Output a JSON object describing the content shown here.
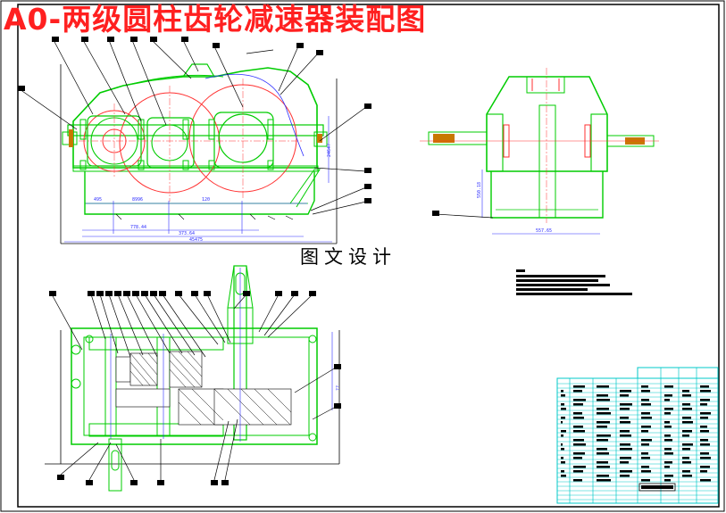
{
  "title": "A0-两级圆柱齿轮减速器装配图",
  "subtitle": "图文设计",
  "dimensions": {
    "front_d1": "495",
    "front_d2": "8996",
    "front_d3": "120",
    "front_d4": "778.44",
    "front_d5": "373.64",
    "front_d6": "45475",
    "front_h1": "2464?",
    "side_w": "557.65",
    "side_h": "550.18",
    "top_h": "??"
  },
  "colors": {
    "title": "#ff2020",
    "outline": "#00cc00",
    "gear_circle": "#ff3030",
    "dimension": "#2c2cff",
    "leader": "#000000",
    "table_grid": "#00c8c8"
  },
  "icons": [
    "drawing-frame",
    "reducer-front-view",
    "reducer-side-view",
    "reducer-top-section",
    "parts-list-table",
    "technical-notes-block"
  ]
}
